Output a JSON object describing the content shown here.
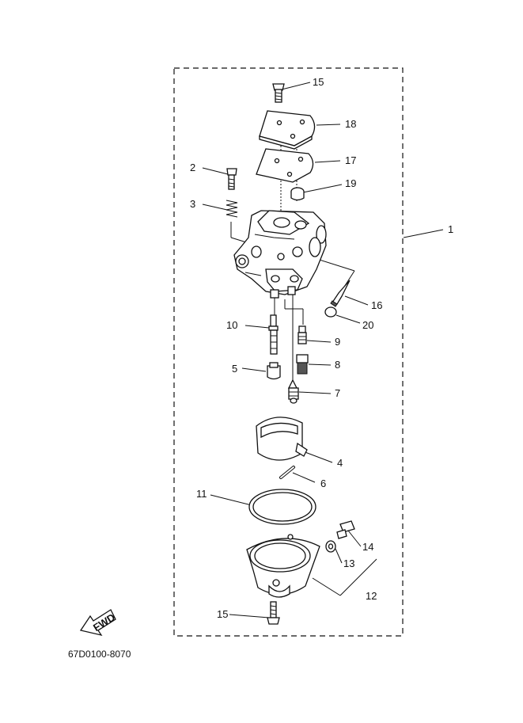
{
  "diagram": {
    "part_callouts": [
      {
        "id": "p15a",
        "label": "15"
      },
      {
        "id": "p18",
        "label": "18"
      },
      {
        "id": "p17",
        "label": "17"
      },
      {
        "id": "p2",
        "label": "2"
      },
      {
        "id": "p19",
        "label": "19"
      },
      {
        "id": "p3",
        "label": "3"
      },
      {
        "id": "p1",
        "label": "1"
      },
      {
        "id": "p16",
        "label": "16"
      },
      {
        "id": "p20",
        "label": "20"
      },
      {
        "id": "p10",
        "label": "10"
      },
      {
        "id": "p9",
        "label": "9"
      },
      {
        "id": "p5",
        "label": "5"
      },
      {
        "id": "p8",
        "label": "8"
      },
      {
        "id": "p7",
        "label": "7"
      },
      {
        "id": "p4",
        "label": "4"
      },
      {
        "id": "p6",
        "label": "6"
      },
      {
        "id": "p11",
        "label": "11"
      },
      {
        "id": "p14",
        "label": "14"
      },
      {
        "id": "p13",
        "label": "13"
      },
      {
        "id": "p12",
        "label": "12"
      },
      {
        "id": "p15b",
        "label": "15"
      }
    ],
    "fwd_label": "FWD",
    "drawing_code": "67D0100-8070"
  }
}
